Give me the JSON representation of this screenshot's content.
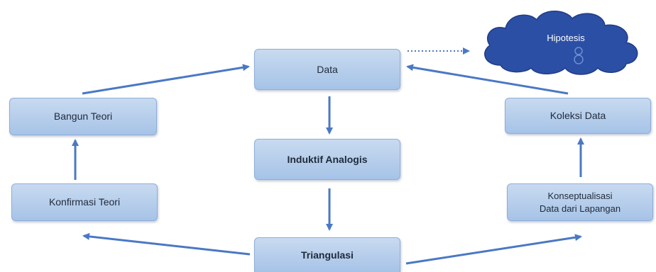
{
  "diagram": {
    "nodes": {
      "data": "Data",
      "induktif": "Induktif Analogis",
      "triangulasi": "Triangulasi",
      "bangun_teori": "Bangun Teori",
      "konfirmasi_teori": "Konfirmasi Teori",
      "koleksi_data": "Koleksi Data",
      "konseptualisasi_line1": "Konseptualisasi",
      "konseptualisasi_line2": "Data dari Lapangan",
      "hipotesis": "Hipotesis"
    },
    "colors": {
      "box_fill": "#b4cdea",
      "box_border": "#8eaed8",
      "arrow": "#4a78c4",
      "cloud": "#2b4fa4"
    }
  }
}
